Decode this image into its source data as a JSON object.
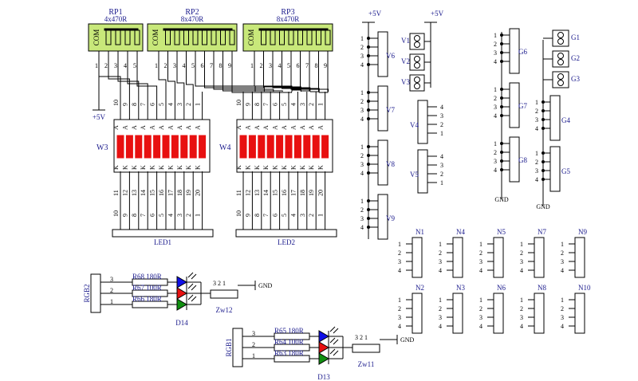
{
  "colors": {
    "wire": "#000000",
    "label": "#1a1a8c",
    "resistor_pack_fill": "#c8e87a",
    "led_segment": "#e81010",
    "led_blue": "#1010e8",
    "led_red": "#e81010",
    "led_green": "#109010",
    "connector_fill": "#ffffff",
    "background": "#ffffff"
  },
  "power": {
    "vcc": "+5V",
    "gnd": "GND"
  },
  "resistor_packs": [
    {
      "ref": "RP1",
      "value": "4x470R",
      "com": "COM"
    },
    {
      "ref": "RP2",
      "value": "8x470R",
      "com": "COM"
    },
    {
      "ref": "RP3",
      "value": "8x470R",
      "com": "COM"
    }
  ],
  "rp1_pins": [
    "1",
    "2",
    "3",
    "4",
    "5"
  ],
  "rp2_pins": [
    "1",
    "2",
    "3",
    "4",
    "5",
    "6",
    "7",
    "8",
    "9"
  ],
  "rp3_pins": [
    "1",
    "2",
    "3",
    "4",
    "5",
    "6",
    "7",
    "8",
    "9"
  ],
  "bargraphs": [
    {
      "ref": "W3",
      "anode": "A",
      "cathode": "K"
    },
    {
      "ref": "W4",
      "anode": "A",
      "cathode": "K"
    }
  ],
  "bargraph_top_pins": [
    "10",
    "9",
    "8",
    "7",
    "6",
    "5",
    "4",
    "3",
    "2",
    "1"
  ],
  "bargraph_bottom_pins": [
    "11",
    "12",
    "13",
    "14",
    "15",
    "16",
    "17",
    "18",
    "19",
    "20"
  ],
  "led_headers": [
    {
      "ref": "LED1"
    },
    {
      "ref": "LED2"
    }
  ],
  "header_pins_top": [
    "10",
    "9",
    "8",
    "7",
    "6",
    "5",
    "4",
    "3",
    "2",
    "1"
  ],
  "header_pins_bottom": [
    "11",
    "12",
    "13",
    "14",
    "15",
    "16",
    "17",
    "18",
    "19",
    "20"
  ],
  "v_connectors_left": [
    "V6",
    "V7",
    "V8",
    "V9"
  ],
  "v_connectors_right": [
    "V4",
    "V5"
  ],
  "v_jumpers": [
    "V1",
    "V2",
    "V3"
  ],
  "g_connectors": [
    "G6",
    "G7",
    "G8"
  ],
  "g_connectors_right": [
    "G4",
    "G5"
  ],
  "g_jumpers": [
    "G1",
    "G2",
    "G3"
  ],
  "pins_1234": [
    "1",
    "2",
    "3",
    "4"
  ],
  "pins_4321": [
    "4",
    "3",
    "2",
    "1"
  ],
  "pins_123": [
    "1",
    "2",
    "3"
  ],
  "pins_321": [
    "3",
    "2",
    "1"
  ],
  "n_connectors_top": [
    "N1",
    "N4",
    "N5",
    "N7",
    "N9"
  ],
  "n_connectors_bottom": [
    "N2",
    "N3",
    "N6",
    "N8",
    "N10"
  ],
  "rgb_circuits": [
    {
      "ref": "RGB2",
      "resistors": [
        {
          "ref": "R68",
          "value": "180R"
        },
        {
          "ref": "R67",
          "value": "100R"
        },
        {
          "ref": "R66",
          "value": "180R"
        }
      ],
      "led": "D14",
      "switch": "Zw12"
    },
    {
      "ref": "RGB1",
      "resistors": [
        {
          "ref": "R65",
          "value": "180R"
        },
        {
          "ref": "R64",
          "value": "100R"
        },
        {
          "ref": "R63",
          "value": "180R"
        }
      ],
      "led": "D13",
      "switch": "Zw11"
    }
  ]
}
